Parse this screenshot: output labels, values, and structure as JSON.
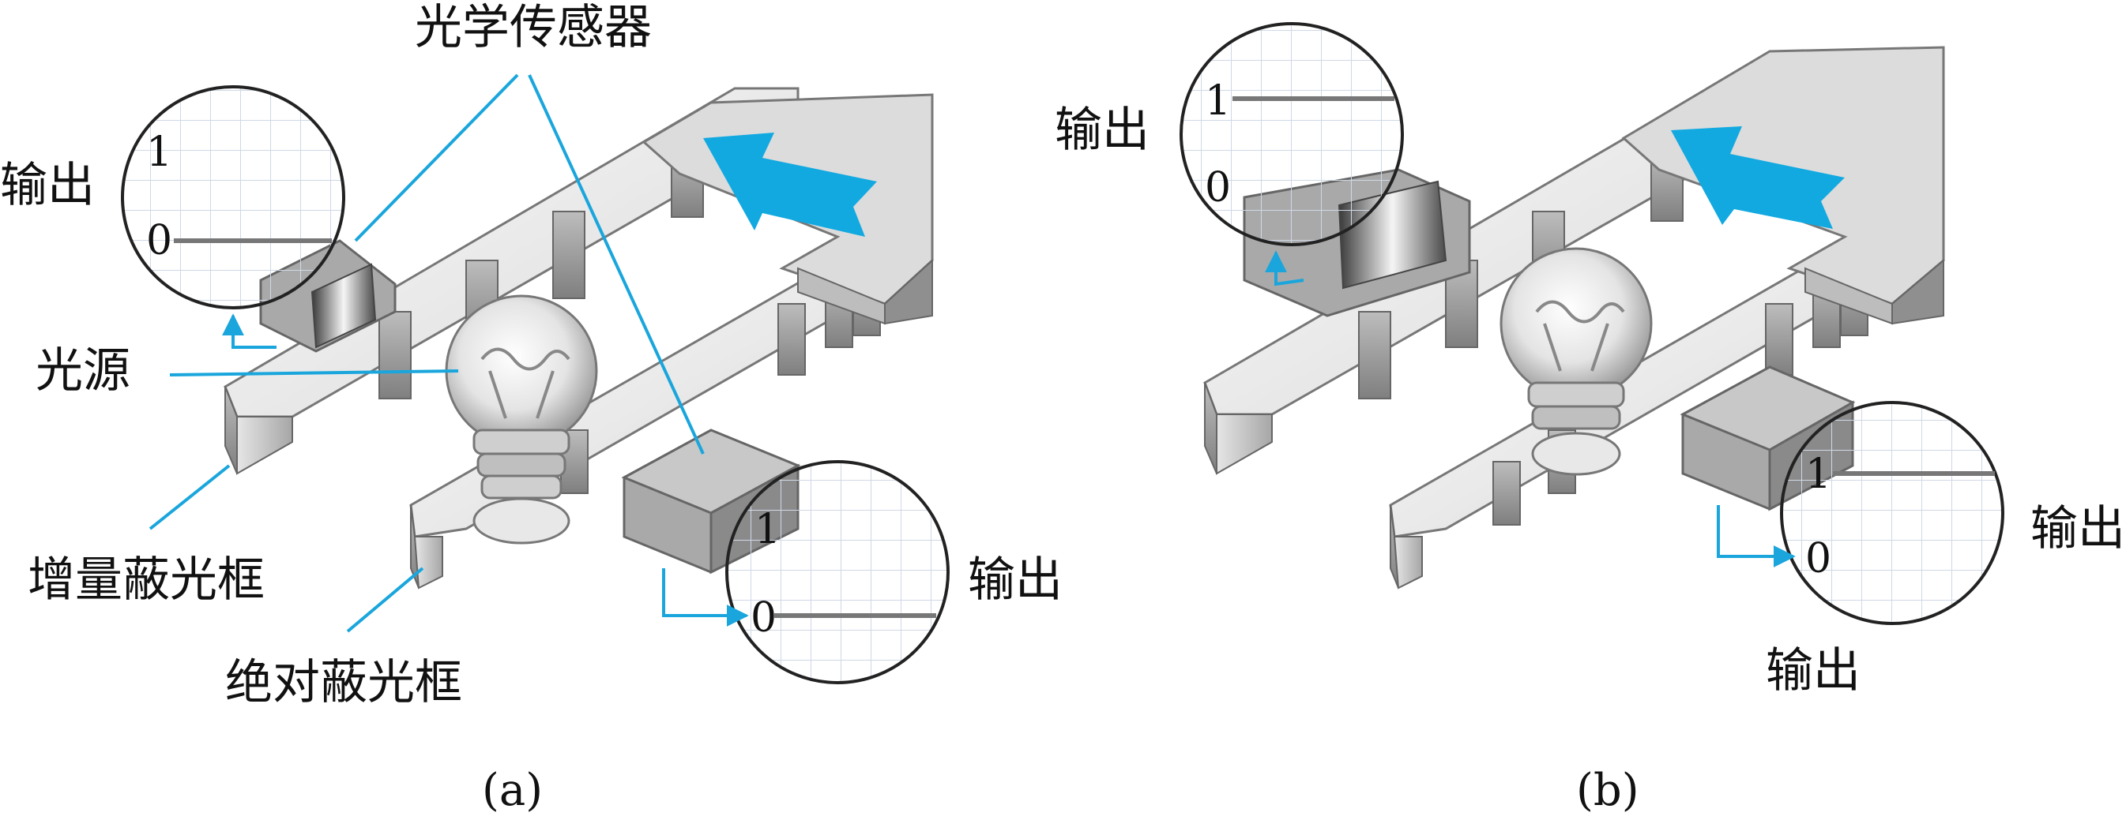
{
  "colors": {
    "accent_blue": "#12a9e1",
    "leader_line": "#1aa6dc",
    "frame_light": "#f2f2f2",
    "frame_mid": "#cfcfcf",
    "frame_dark": "#8e8e8e",
    "sensor_face": "#a9a9a9",
    "grid": "#cfd8e6"
  },
  "panel_a": {
    "caption": "(a)",
    "labels": {
      "optical_sensor": "光学传感器",
      "light_source": "光源",
      "incremental_frame": "增量蔽光框",
      "absolute_frame": "绝对蔽光框",
      "output_upper": "输出",
      "output_lower": "输出"
    },
    "gauge_upper": {
      "tick_high": "1",
      "tick_low": "0",
      "level": 0
    },
    "gauge_lower": {
      "tick_high": "1",
      "tick_low": "0",
      "level": 0
    },
    "motion_arrow": "motion-arrow-icon"
  },
  "panel_b": {
    "caption": "(b)",
    "labels": {
      "output_upper": "输出",
      "output_right": "输出",
      "output_bottom": "输出"
    },
    "gauge_upper": {
      "tick_high": "1",
      "tick_low": "0",
      "level": 1
    },
    "gauge_lower": {
      "tick_high": "1",
      "tick_low": "0",
      "level": 1
    },
    "motion_arrow": "motion-arrow-icon"
  }
}
